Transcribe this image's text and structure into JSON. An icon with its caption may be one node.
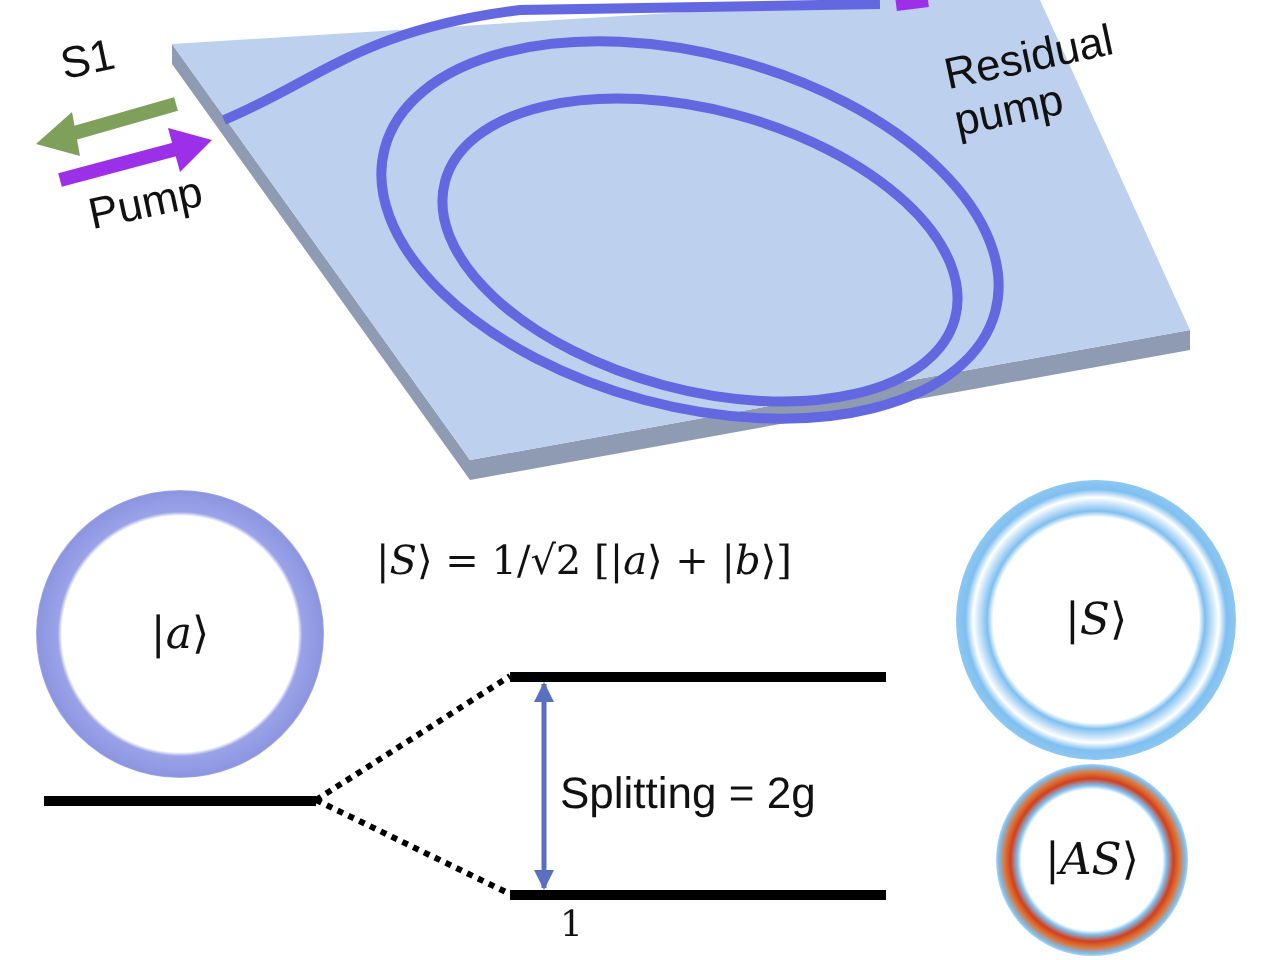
{
  "diagram": {
    "nodes": [
      {
        "text": [
          "|*a*⟩"
        ]
      },
      {
        "text": [
          "|*S*⟩"
        ]
      },
      {
        "text": [
          "|*AS*⟩"
        ]
      },
      {
        "text": [],
        "shape": "bar"
      },
      {
        "text": [],
        "shape": "bar"
      },
      {
        "text": [],
        "shape": "bar"
      }
    ],
    "edges": [
      {
        "from": 3,
        "to": 4,
        "arrow": "none",
        "style": "dashed"
      },
      {
        "from": 3,
        "to": 5,
        "arrow": "none",
        "style": "dashed"
      },
      {
        "from": 4,
        "to": 5,
        "arrow": "both",
        "color": "#5a6fc0"
      }
    ],
    "labels": [
      "S1",
      "Pump",
      "Residual pump",
      "|*S*⟩ = 1/√2 [|*a*⟩ + |*b*⟩]",
      "Splitting = 2g",
      "1"
    ]
  }
}
